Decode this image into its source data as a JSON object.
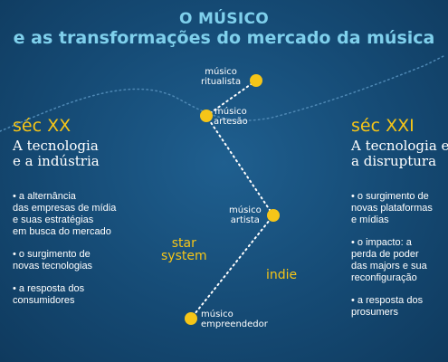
{
  "title": {
    "line1": "O MÚSICO",
    "line2": "e as transformações do mercado da música"
  },
  "nodes": [
    {
      "id": "ritualista",
      "lines": [
        "músico",
        "ritualista"
      ]
    },
    {
      "id": "artesao",
      "lines": [
        "músico",
        "artesão"
      ]
    },
    {
      "id": "artista",
      "lines": [
        "músico",
        "artista"
      ]
    },
    {
      "id": "empreendedor",
      "lines": [
        "músico",
        "empreendedor"
      ]
    }
  ],
  "left": {
    "era": "séc XX",
    "subtitle": [
      "A tecnologia",
      "e a indústria"
    ],
    "bullets": [
      [
        "• a alternância",
        "das empresas de mídia",
        "e suas estratégias",
        "em busca do mercado"
      ],
      [
        "• o surgimento de",
        "novas tecnologias"
      ],
      [
        "• a resposta dos",
        "consumidores"
      ]
    ]
  },
  "right": {
    "era": "séc XXI",
    "subtitle": [
      "A tecnologia e",
      "a disruptura"
    ],
    "bullets": [
      [
        "• o surgimento de",
        "novas plataformas",
        "e mídias"
      ],
      [
        "• o impacto: a",
        "perda de poder",
        "das majors e sua",
        "reconfiguração"
      ],
      [
        "• a resposta dos",
        "prosumers"
      ]
    ]
  },
  "tags": {
    "star_system": [
      "star",
      "system"
    ],
    "indie": "indie"
  },
  "colors": {
    "dot": "#f5c518",
    "title": "#7fd0ec",
    "accent": "#f5c518",
    "curve": "#4e88b4"
  }
}
